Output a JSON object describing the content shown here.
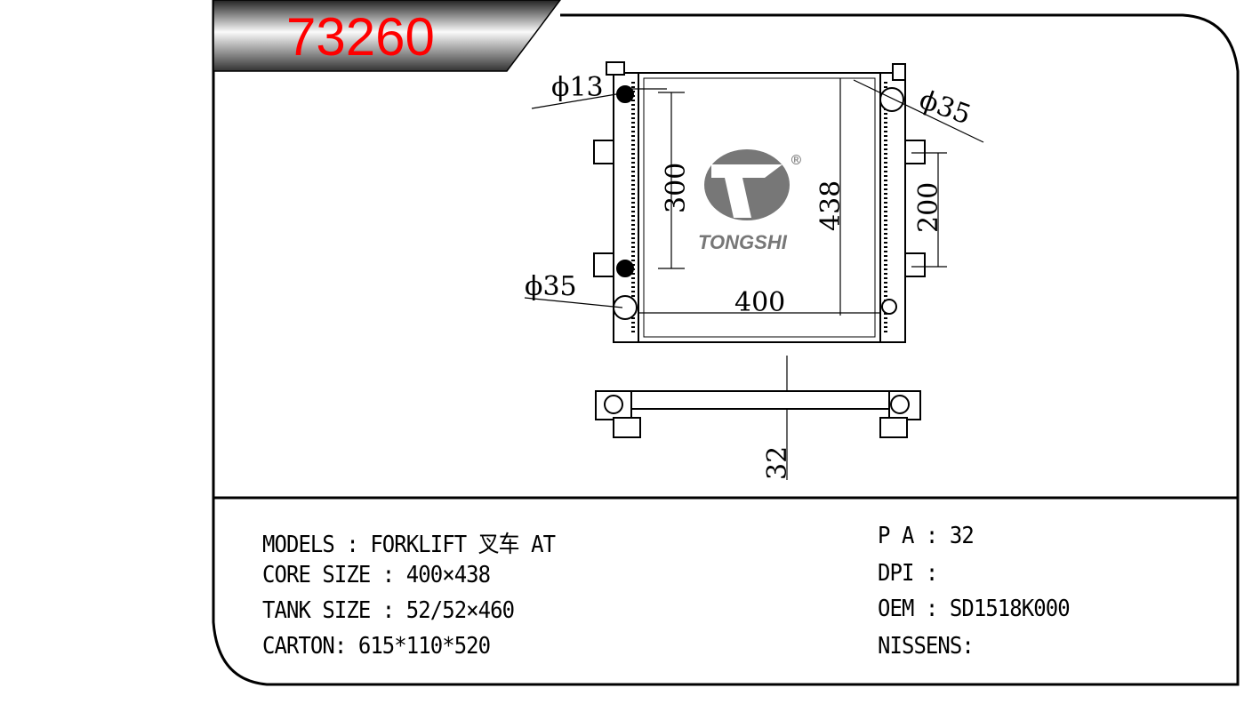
{
  "header": {
    "part_number": "73260",
    "part_number_color": "#ff0000"
  },
  "drawing": {
    "dim_inlet_top": "ϕ13",
    "dim_outlet_top": "ϕ35",
    "dim_outlet_bottom": "ϕ35",
    "dim_300": "300",
    "dim_438": "438",
    "dim_200": "200",
    "dim_400": "400",
    "dim_32": "32",
    "logo_text": "TONGSHI",
    "logo_registered": "®"
  },
  "specs": {
    "models": "MODELS : FORKLIFT 叉车 AT",
    "core_size": "CORE SIZE : 400×438",
    "tank_size": "TANK SIZE : 52/52×460",
    "carton": "CARTON: 615*110*520",
    "pa": "P A : 32",
    "dpi": "DPI :",
    "oem": "OEM : SD1518K000",
    "nissens": "NISSENS:"
  }
}
